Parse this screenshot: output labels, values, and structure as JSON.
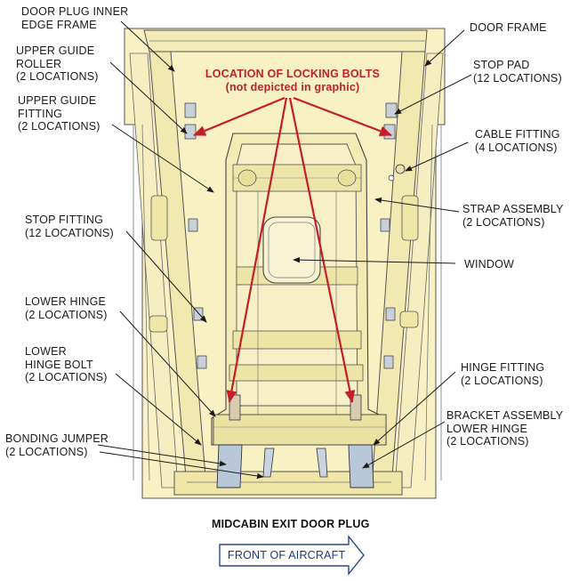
{
  "colors": {
    "frame_fill": "#f7f1c4",
    "line": "#3a3a3a",
    "locking_bolt_red": "#c41e2a",
    "metal_blue": "#b9c8d8",
    "arrow_outline": "#2b4a8c"
  },
  "labels": {
    "door_plug_inner_edge_frame": [
      "DOOR PLUG INNER",
      "EDGE FRAME"
    ],
    "upper_guide_roller": [
      "UPPER GUIDE",
      "ROLLER",
      "(2 LOCATIONS)"
    ],
    "upper_guide_fitting": [
      "UPPER GUIDE",
      "FITTING",
      "(2 LOCATIONS)"
    ],
    "stop_fitting": [
      "STOP FITTING",
      "(12 LOCATIONS)"
    ],
    "lower_hinge": [
      "LOWER HINGE",
      "(2 LOCATIONS)"
    ],
    "lower_hinge_bolt": [
      "LOWER",
      "HINGE BOLT",
      "(2 LOCATIONS)"
    ],
    "bonding_jumper": [
      "BONDING JUMPER",
      "(2 LOCATIONS)"
    ],
    "door_frame": [
      "DOOR FRAME"
    ],
    "stop_pad": [
      "STOP PAD",
      "(12 LOCATIONS)"
    ],
    "cable_fitting": [
      "CABLE FITTING",
      "(4 LOCATIONS)"
    ],
    "strap_assembly": [
      "STRAP ASSEMBLY",
      "(2 LOCATIONS)"
    ],
    "window": [
      "WINDOW"
    ],
    "hinge_fitting": [
      "HINGE FITTING",
      "(2 LOCATIONS)"
    ],
    "bracket_assembly_lower_hinge": [
      "BRACKET ASSEMBLY",
      "LOWER HINGE",
      "(2 LOCATIONS)"
    ]
  },
  "locking_bolts": [
    "LOCATION OF LOCKING BOLTS",
    "(not depicted in graphic)"
  ],
  "caption": "MIDCABIN EXIT DOOR PLUG",
  "direction_arrow": "FRONT OF AIRCRAFT"
}
